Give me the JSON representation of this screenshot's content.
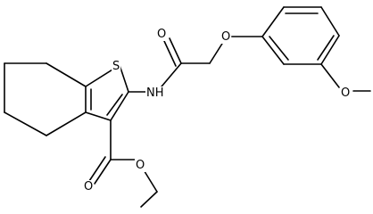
{
  "molecule": {
    "atoms": {
      "sulfur": "S",
      "amide_n": "NH",
      "amide_o": "O",
      "ether_o": "O",
      "methoxy_o": "O",
      "ester_o_carbonyl": "O",
      "ester_o_alkoxy": "O"
    }
  }
}
